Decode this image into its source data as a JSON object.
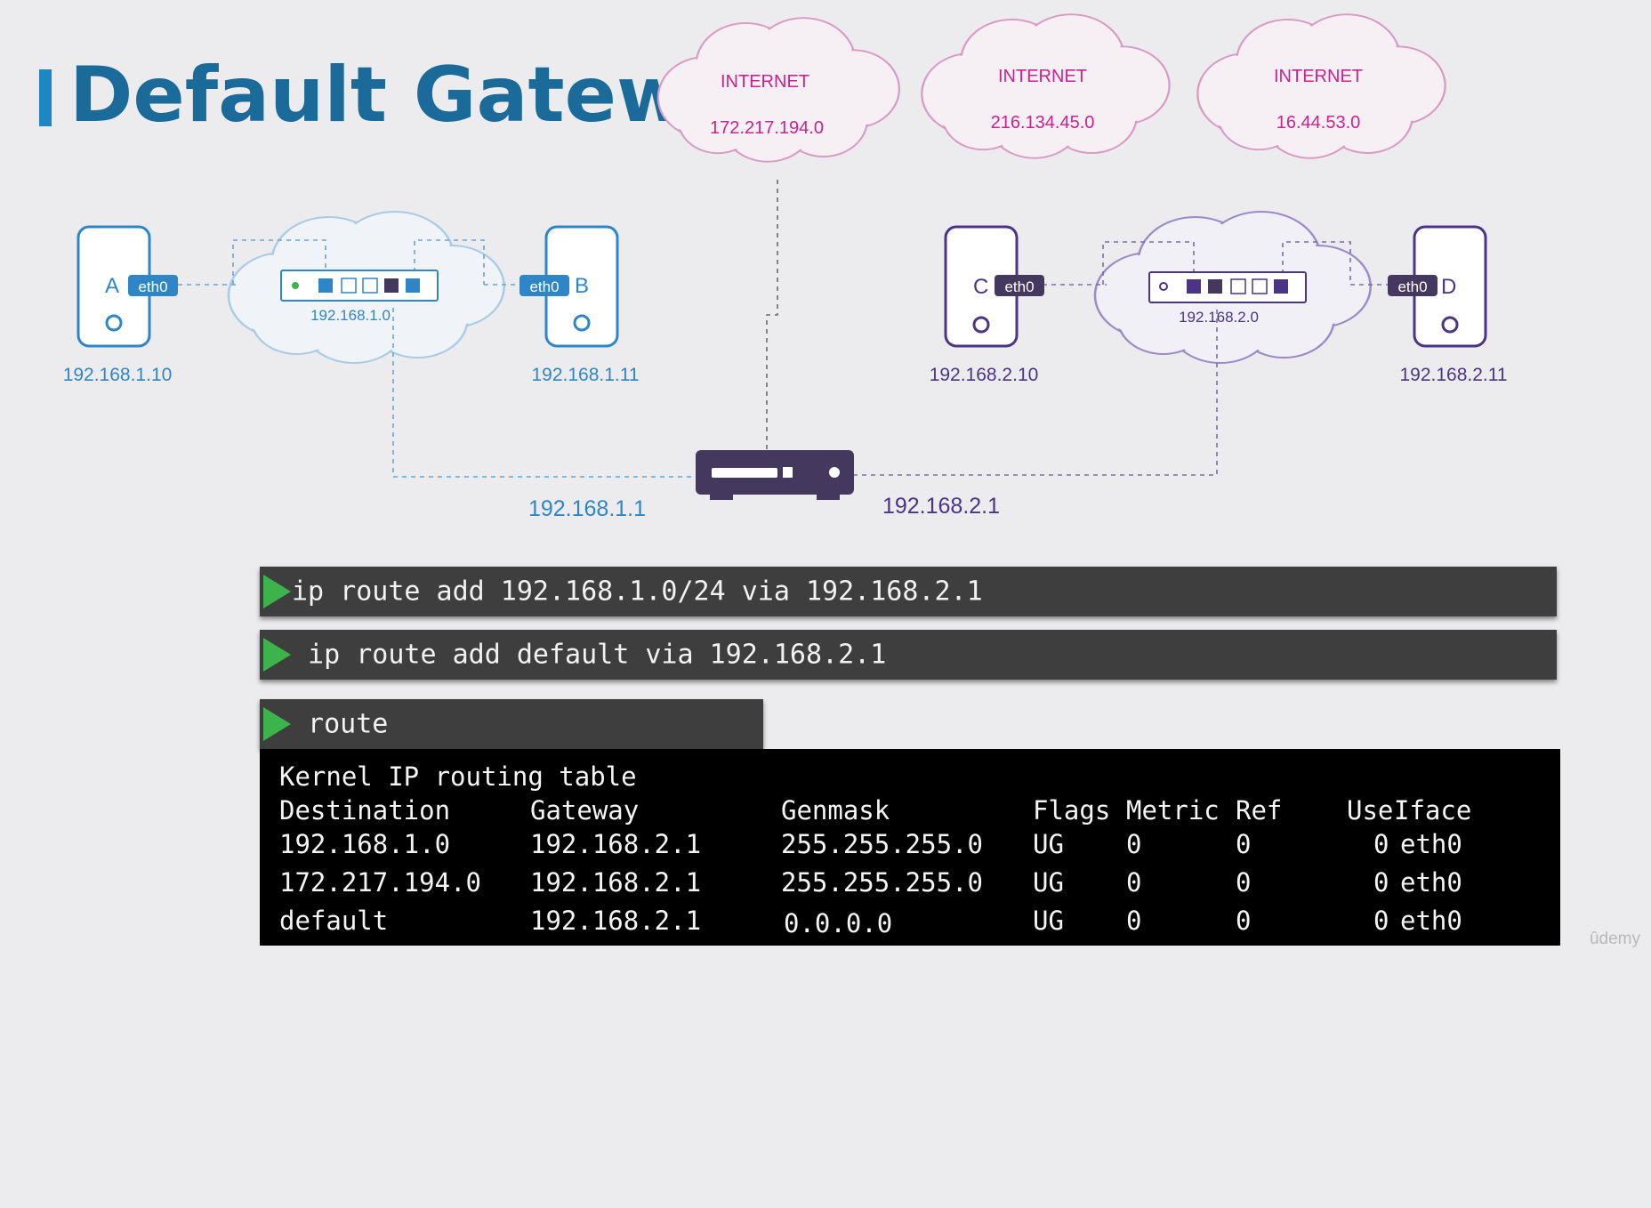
{
  "slide": {
    "title": "Default Gateway"
  },
  "colors": {
    "title_blue": "#1a6a9a",
    "title_bar": "#1f86c6",
    "net1_blue": "#2f86c6",
    "net2_purple": "#4a3585",
    "internet_magenta": "#c8238e",
    "router_dark": "#45385f",
    "terminal_bg": "#000000",
    "command_bar_bg": "#3e3e3e",
    "prompt_green": "#3cb44b"
  },
  "internet_clouds": [
    {
      "label": "INTERNET",
      "network": "172.217.194.0"
    },
    {
      "label": "INTERNET",
      "network": "216.134.45.0"
    },
    {
      "label": "INTERNET",
      "network": "16.44.53.0"
    }
  ],
  "hosts": [
    {
      "name": "A",
      "interface": "eth0",
      "ip": "192.168.1.10"
    },
    {
      "name": "B",
      "interface": "eth0",
      "ip": "192.168.1.11"
    },
    {
      "name": "C",
      "interface": "eth0",
      "ip": "192.168.2.10"
    },
    {
      "name": "D",
      "interface": "eth0",
      "ip": "192.168.2.11"
    }
  ],
  "switches": [
    {
      "network": "192.168.1.0"
    },
    {
      "network": "192.168.2.0"
    }
  ],
  "router": {
    "left_ip": "192.168.1.1",
    "right_ip": "192.168.2.1"
  },
  "commands": [
    {
      "text": "ip route add 192.168.1.0/24 via 192.168.2.1"
    },
    {
      "text": " ip route add default via 192.168.2.1"
    },
    {
      "text": " route"
    }
  ],
  "route_output": {
    "title": "Kernel IP routing table",
    "headers": [
      "Destination",
      "Gateway",
      "Genmask",
      "Flags",
      "Metric",
      "Ref",
      "Use",
      "Iface"
    ],
    "rows": [
      [
        "192.168.1.0",
        "192.168.2.1",
        "255.255.255.0",
        "UG",
        "0",
        "0",
        "0",
        "eth0"
      ],
      [
        "172.217.194.0",
        "192.168.2.1",
        "255.255.255.0",
        "UG",
        "0",
        "0",
        "0",
        "eth0"
      ],
      [
        "default",
        "192.168.2.1",
        "0.0.0.0",
        "UG",
        "0",
        "0",
        "0",
        "eth0"
      ]
    ]
  },
  "watermark": "ûdemy"
}
